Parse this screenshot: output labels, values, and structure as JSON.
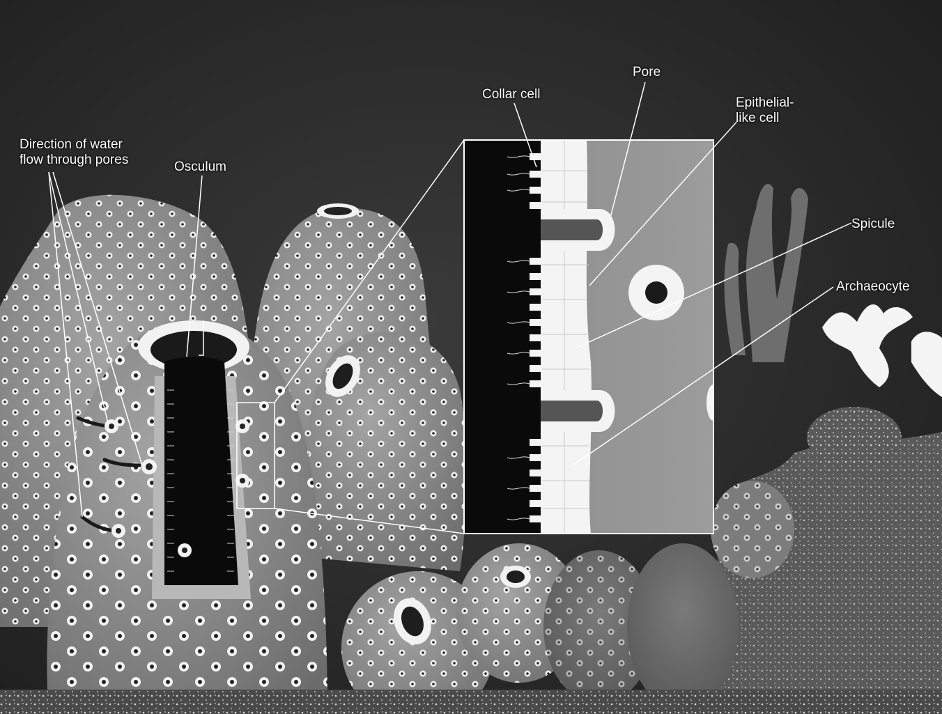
{
  "labels": {
    "water_flow": [
      "Direction of water",
      "flow through pores"
    ],
    "osculum": "Osculum",
    "collar_cell": "Collar cell",
    "pore": "Pore",
    "epithelial_cell": [
      "Epithelial-",
      "like cell"
    ],
    "spicule": "Spicule",
    "archaeocyte": "Archaeocyte"
  },
  "colors": {
    "background": "#262626",
    "sponge_body": "#8a8a8a",
    "pore_ring": "#f4f4f4",
    "inset_frame": "#ffffff",
    "interior": "#0a0a0a",
    "label_text": "#ffffff"
  }
}
